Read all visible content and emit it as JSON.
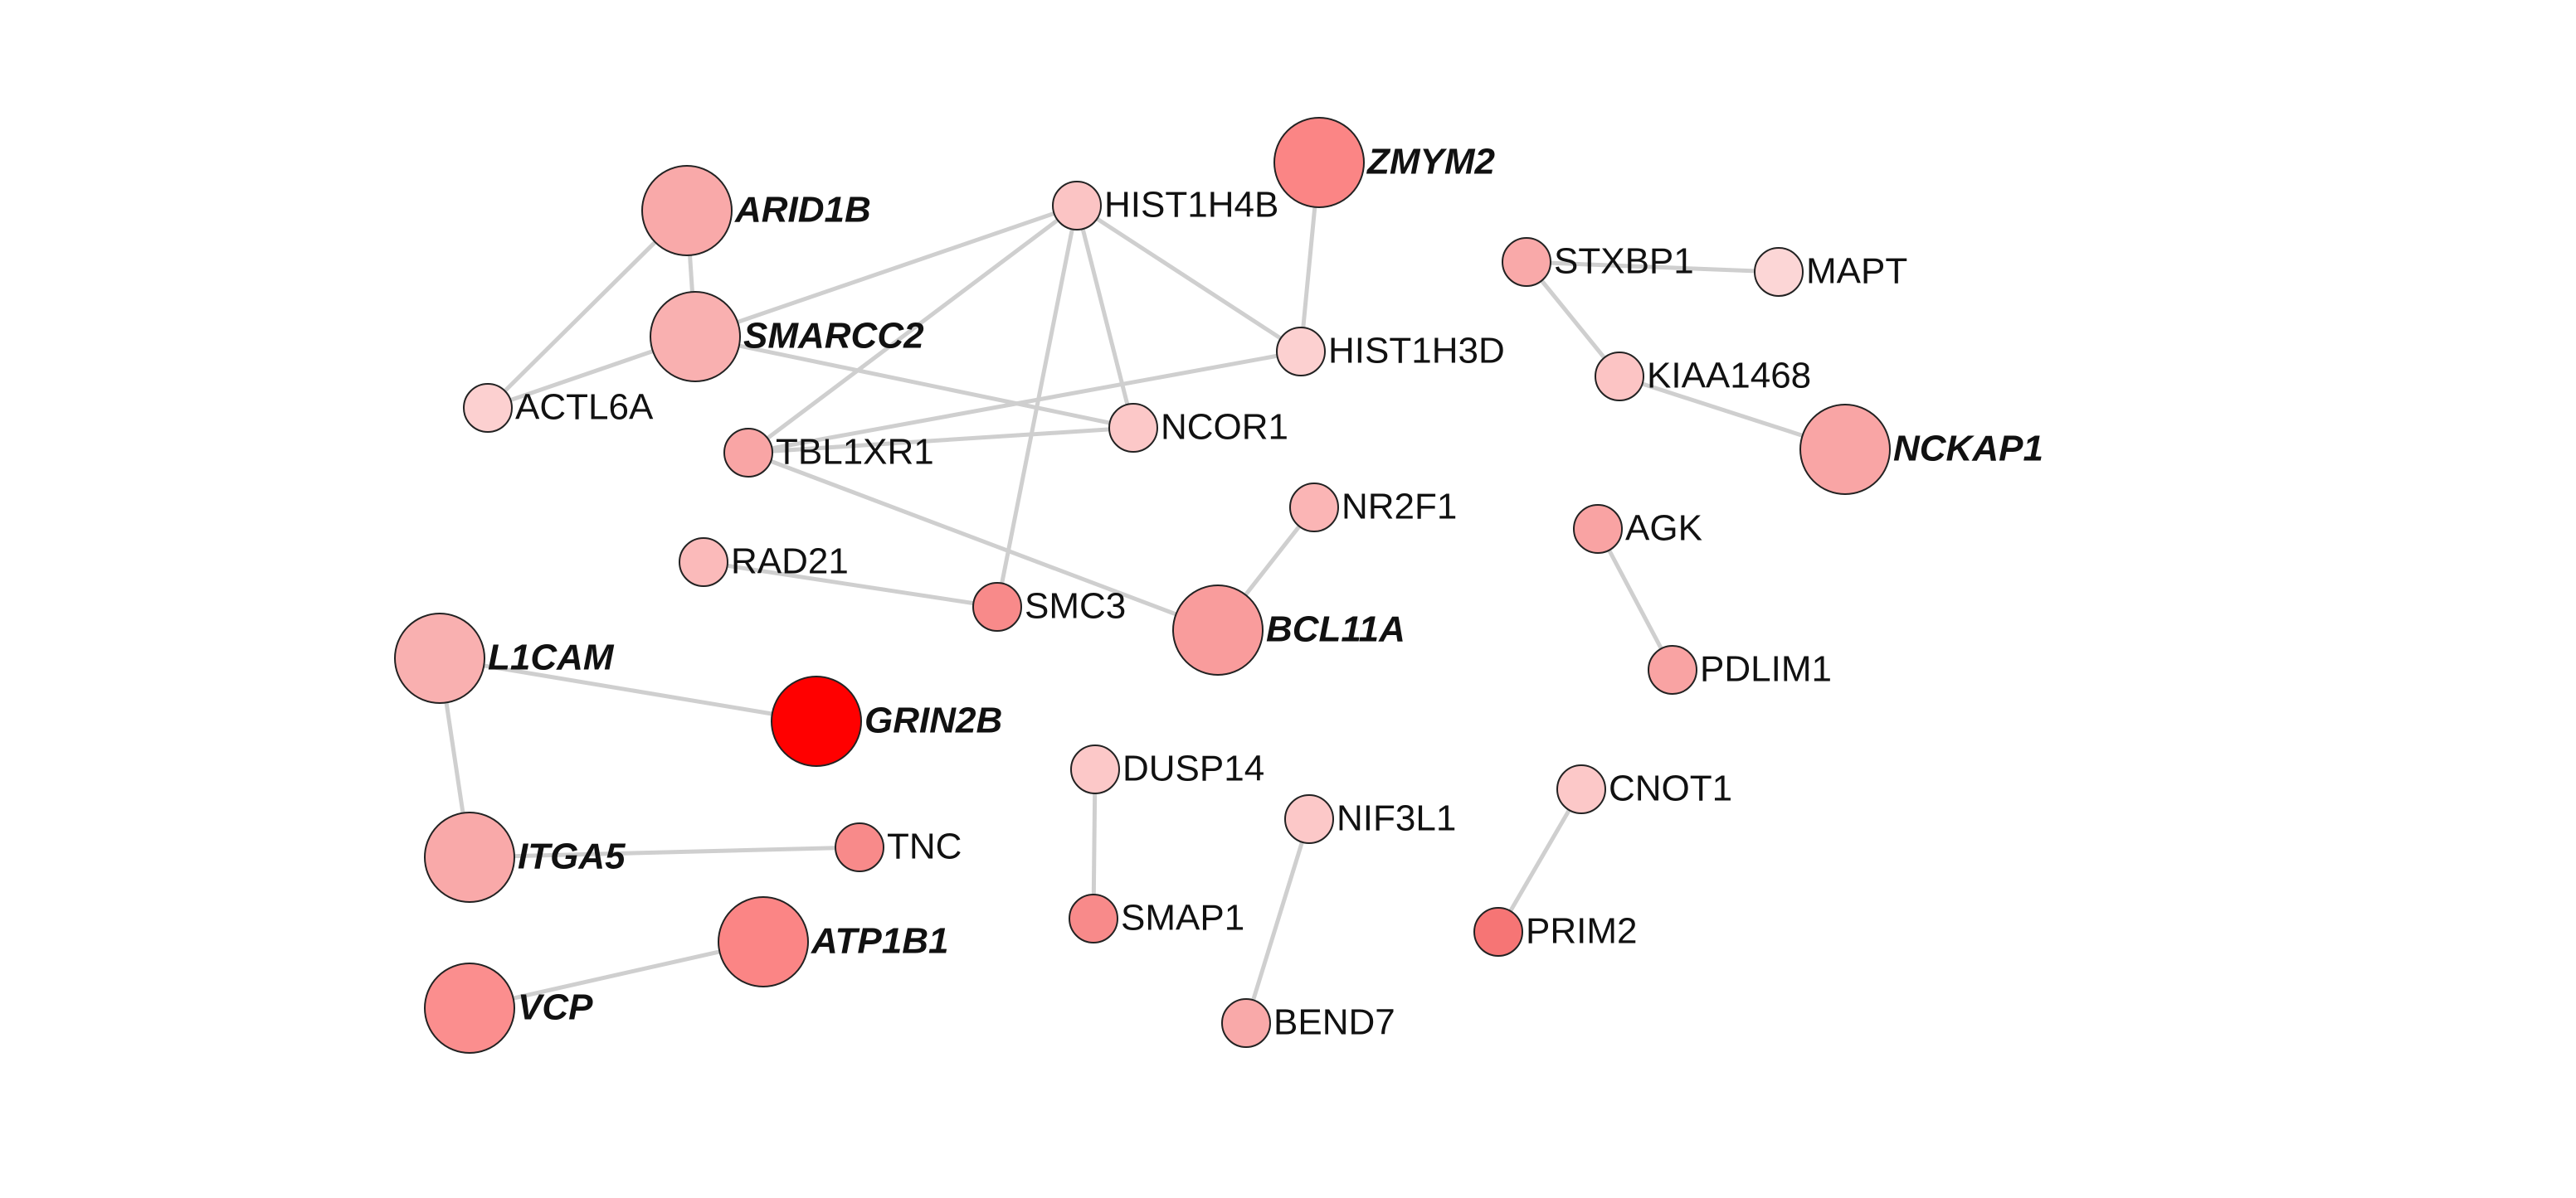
{
  "nodes": [
    {
      "id": "ZMYM2",
      "label": "ZMYM2",
      "emphasized": true,
      "color": "#fb8585"
    },
    {
      "id": "ARID1B",
      "label": "ARID1B",
      "emphasized": true,
      "color": "#f9a9a9"
    },
    {
      "id": "HIST1H4B",
      "label": "HIST1H4B",
      "emphasized": false,
      "color": "#fbc4c4"
    },
    {
      "id": "SMARCC2",
      "label": "SMARCC2",
      "emphasized": true,
      "color": "#f9b0b0"
    },
    {
      "id": "ACTL6A",
      "label": "ACTL6A",
      "emphasized": false,
      "color": "#fcd0d0"
    },
    {
      "id": "HIST1H3D",
      "label": "HIST1H3D",
      "emphasized": false,
      "color": "#fcd0d0"
    },
    {
      "id": "TBL1XR1",
      "label": "TBL1XR1",
      "emphasized": false,
      "color": "#f9a5a5"
    },
    {
      "id": "NCOR1",
      "label": "NCOR1",
      "emphasized": false,
      "color": "#fcc8c8"
    },
    {
      "id": "STXBP1",
      "label": "STXBP1",
      "emphasized": false,
      "color": "#f9a9a9"
    },
    {
      "id": "MAPT",
      "label": "MAPT",
      "emphasized": false,
      "color": "#fcd6d6"
    },
    {
      "id": "KIAA1468",
      "label": "KIAA1468",
      "emphasized": false,
      "color": "#fcc4c4"
    },
    {
      "id": "NCKAP1",
      "label": "NCKAP1",
      "emphasized": true,
      "color": "#f9a5a5"
    },
    {
      "id": "NR2F1",
      "label": "NR2F1",
      "emphasized": false,
      "color": "#fbb5b5"
    },
    {
      "id": "RAD21",
      "label": "RAD21",
      "emphasized": false,
      "color": "#fbbaba"
    },
    {
      "id": "SMC3",
      "label": "SMC3",
      "emphasized": false,
      "color": "#f88a8a"
    },
    {
      "id": "BCL11A",
      "label": "BCL11A",
      "emphasized": true,
      "color": "#f99c9c"
    },
    {
      "id": "AGK",
      "label": "AGK",
      "emphasized": false,
      "color": "#f9a3a3"
    },
    {
      "id": "L1CAM",
      "label": "L1CAM",
      "emphasized": true,
      "color": "#f9b0b0"
    },
    {
      "id": "GRIN2B",
      "label": "GRIN2B",
      "emphasized": true,
      "color": "#ff0000"
    },
    {
      "id": "PDLIM1",
      "label": "PDLIM1",
      "emphasized": false,
      "color": "#f9a3a3"
    },
    {
      "id": "DUSP14",
      "label": "DUSP14",
      "emphasized": false,
      "color": "#fcc8c8"
    },
    {
      "id": "CNOT1",
      "label": "CNOT1",
      "emphasized": false,
      "color": "#fcc8c8"
    },
    {
      "id": "NIF3L1",
      "label": "NIF3L1",
      "emphasized": false,
      "color": "#fcc8c8"
    },
    {
      "id": "ITGA5",
      "label": "ITGA5",
      "emphasized": true,
      "color": "#f9a9a9"
    },
    {
      "id": "TNC",
      "label": "TNC",
      "emphasized": false,
      "color": "#f88a8a"
    },
    {
      "id": "SMAP1",
      "label": "SMAP1",
      "emphasized": false,
      "color": "#f88a8a"
    },
    {
      "id": "PRIM2",
      "label": "PRIM2",
      "emphasized": false,
      "color": "#f67575"
    },
    {
      "id": "ATP1B1",
      "label": "ATP1B1",
      "emphasized": true,
      "color": "#fb8585"
    },
    {
      "id": "VCP",
      "label": "VCP",
      "emphasized": true,
      "color": "#fb8e8e"
    },
    {
      "id": "BEND7",
      "label": "BEND7",
      "emphasized": false,
      "color": "#f9a9a9"
    }
  ],
  "edges": [
    [
      "ARID1B",
      "SMARCC2"
    ],
    [
      "ARID1B",
      "ACTL6A"
    ],
    [
      "SMARCC2",
      "ACTL6A"
    ],
    [
      "SMARCC2",
      "NCOR1"
    ],
    [
      "HIST1H4B",
      "SMARCC2"
    ],
    [
      "HIST1H4B",
      "TBL1XR1"
    ],
    [
      "HIST1H4B",
      "NCOR1"
    ],
    [
      "HIST1H4B",
      "HIST1H3D"
    ],
    [
      "HIST1H4B",
      "SMC3"
    ],
    [
      "ZMYM2",
      "HIST1H3D"
    ],
    [
      "HIST1H3D",
      "TBL1XR1"
    ],
    [
      "TBL1XR1",
      "NCOR1"
    ],
    [
      "TBL1XR1",
      "BCL11A"
    ],
    [
      "RAD21",
      "SMC3"
    ],
    [
      "BCL11A",
      "NR2F1"
    ],
    [
      "STXBP1",
      "MAPT"
    ],
    [
      "STXBP1",
      "KIAA1468"
    ],
    [
      "KIAA1468",
      "NCKAP1"
    ],
    [
      "AGK",
      "PDLIM1"
    ],
    [
      "L1CAM",
      "GRIN2B"
    ],
    [
      "L1CAM",
      "ITGA5"
    ],
    [
      "ITGA5",
      "TNC"
    ],
    [
      "DUSP14",
      "SMAP1"
    ],
    [
      "NIF3L1",
      "BEND7"
    ],
    [
      "CNOT1",
      "PRIM2"
    ],
    [
      "ATP1B1",
      "VCP"
    ]
  ]
}
